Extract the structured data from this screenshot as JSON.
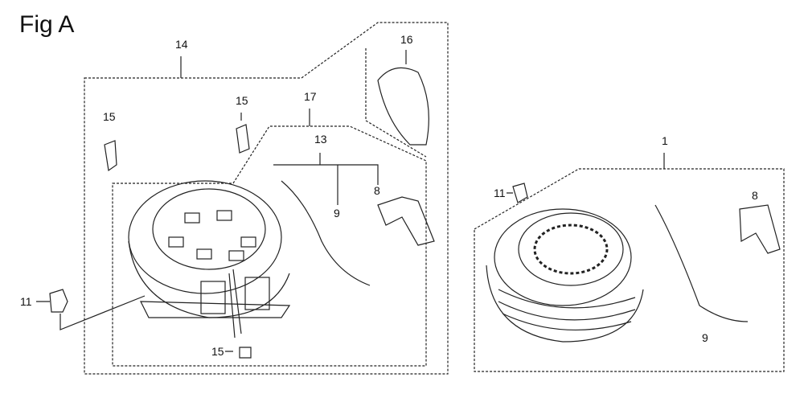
{
  "figure": {
    "title": "Fig A",
    "callouts": {
      "assembly_left": "14",
      "cover_nut_a": "15",
      "cover_nut_b": "15",
      "cover_nut_c": "15",
      "rope_guide_group": "17",
      "rope_group": "13",
      "rope_guide": "16",
      "grip_left": "8",
      "rope_left": "9",
      "flange_nut_left": "11",
      "assembly_right": "1",
      "flange_nut_right": "11",
      "grip_right": "8",
      "rope_right": "9"
    }
  }
}
